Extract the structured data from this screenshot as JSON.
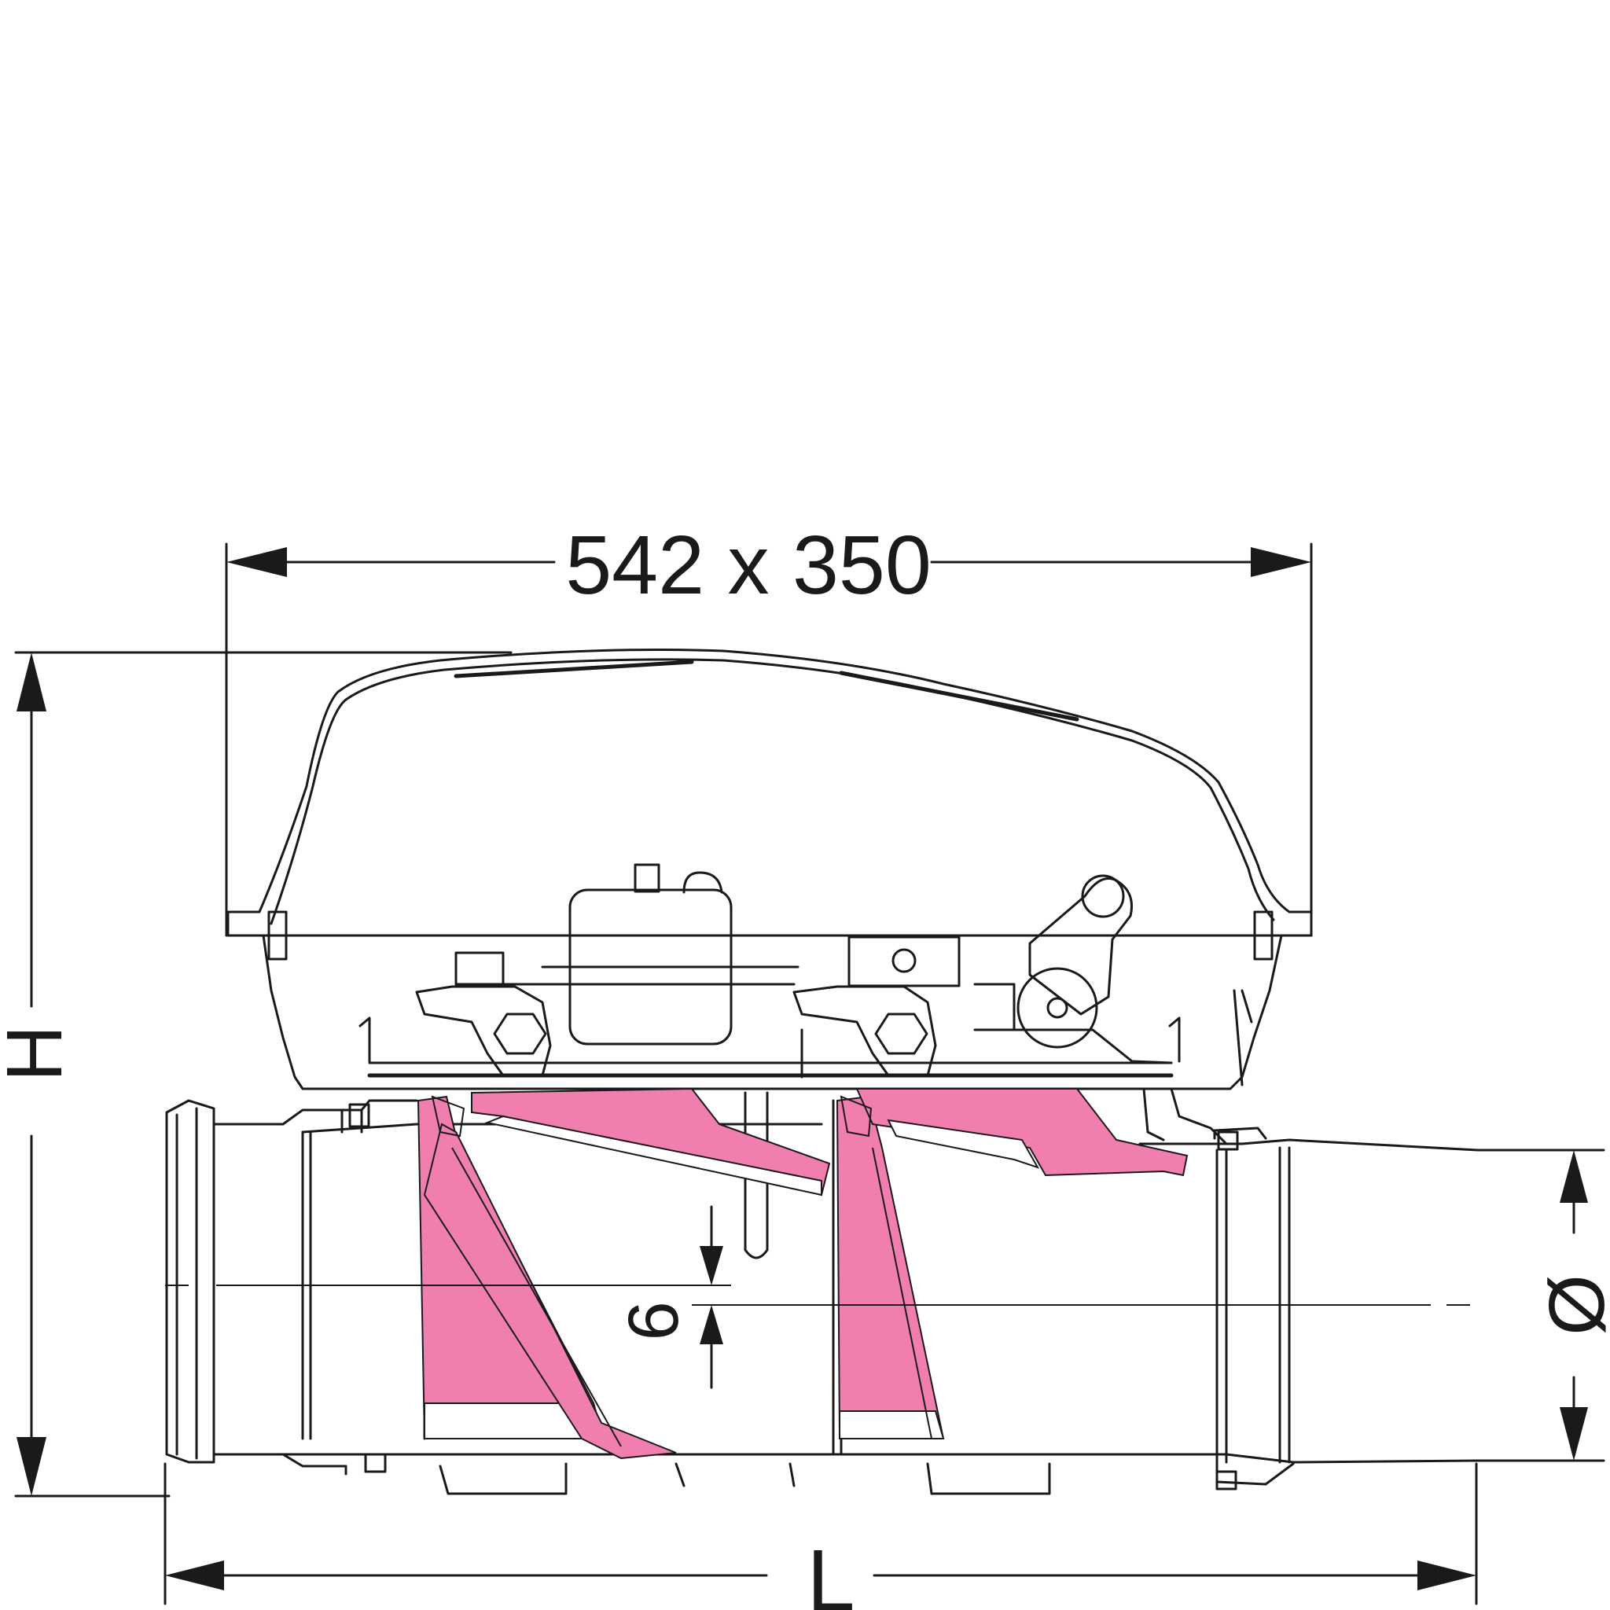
{
  "labels": {
    "width_dimension": "542 x 350",
    "height_dimension": "H",
    "length_dimension": "L",
    "diameter_dimension": "Ø",
    "offset_dimension": "9"
  },
  "colors": {
    "line": "#1a1a1a",
    "flap_fill": "#f07fb0",
    "background": "#ffffff"
  }
}
